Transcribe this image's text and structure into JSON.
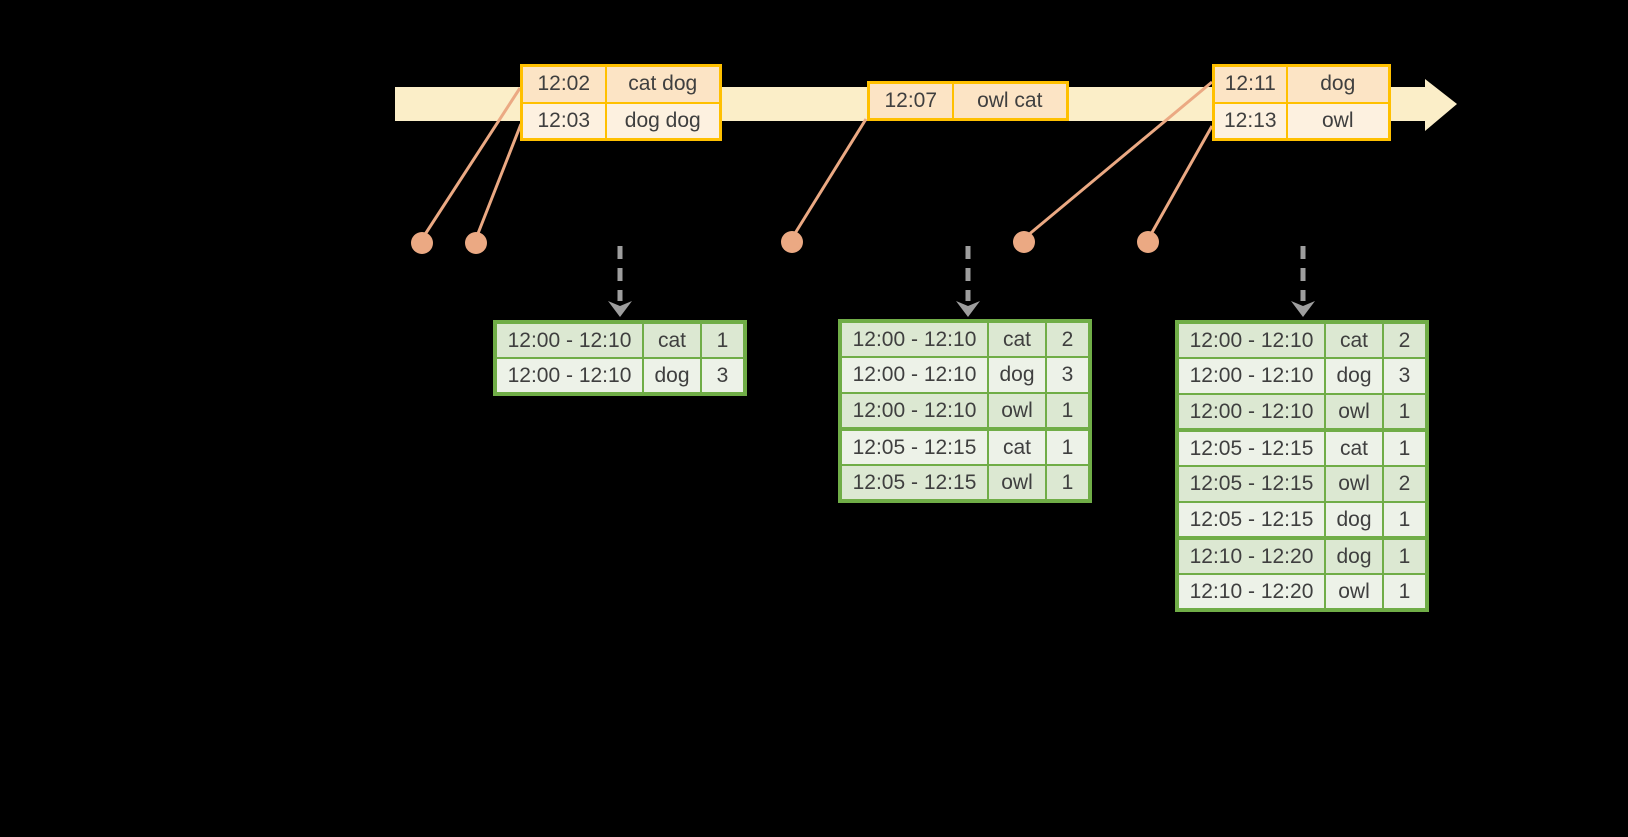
{
  "colors": {
    "background": "#000000",
    "timeline_fill": "#FBEEC8",
    "event_table_border": "#FFC000",
    "event_row_dark": "#FCE4C5",
    "event_row_light": "#FDF1E0",
    "result_table_border": "#70AD47",
    "result_row_dark": "#DCE8D2",
    "result_row_light": "#EDF2E8",
    "connector_salmon": "#EBA983",
    "trigger_arrow_gray": "#9E9E9E",
    "text": "#3F3F3F"
  },
  "icons": {
    "timeline": "timeline-arrow",
    "event_marker": "event-dot",
    "trigger": "dashed-down-arrow"
  },
  "event_tables": [
    {
      "rows": [
        {
          "time": "12:02",
          "words": "cat dog"
        },
        {
          "time": "12:03",
          "words": "dog dog"
        }
      ]
    },
    {
      "rows": [
        {
          "time": "12:07",
          "words": "owl cat"
        }
      ]
    },
    {
      "rows": [
        {
          "time": "12:11",
          "words": "dog"
        },
        {
          "time": "12:13",
          "words": "owl"
        }
      ]
    }
  ],
  "result_tables": [
    {
      "rows": [
        {
          "window": "12:00 - 12:10",
          "word": "cat",
          "count": "1"
        },
        {
          "window": "12:00 - 12:10",
          "word": "dog",
          "count": "3"
        }
      ]
    },
    {
      "rows": [
        {
          "window": "12:00 - 12:10",
          "word": "cat",
          "count": "2"
        },
        {
          "window": "12:00 - 12:10",
          "word": "dog",
          "count": "3"
        },
        {
          "window": "12:00 - 12:10",
          "word": "owl",
          "count": "1"
        },
        {
          "window": "12:05 - 12:15",
          "word": "cat",
          "count": "1"
        },
        {
          "window": "12:05 - 12:15",
          "word": "owl",
          "count": "1"
        }
      ]
    },
    {
      "rows": [
        {
          "window": "12:00 - 12:10",
          "word": "cat",
          "count": "2"
        },
        {
          "window": "12:00 - 12:10",
          "word": "dog",
          "count": "3"
        },
        {
          "window": "12:00 - 12:10",
          "word": "owl",
          "count": "1"
        },
        {
          "window": "12:05 - 12:15",
          "word": "cat",
          "count": "1"
        },
        {
          "window": "12:05 - 12:15",
          "word": "owl",
          "count": "2"
        },
        {
          "window": "12:05 - 12:15",
          "word": "dog",
          "count": "1"
        },
        {
          "window": "12:10 - 12:20",
          "word": "dog",
          "count": "1"
        },
        {
          "window": "12:10 - 12:20",
          "word": "owl",
          "count": "1"
        }
      ]
    }
  ]
}
